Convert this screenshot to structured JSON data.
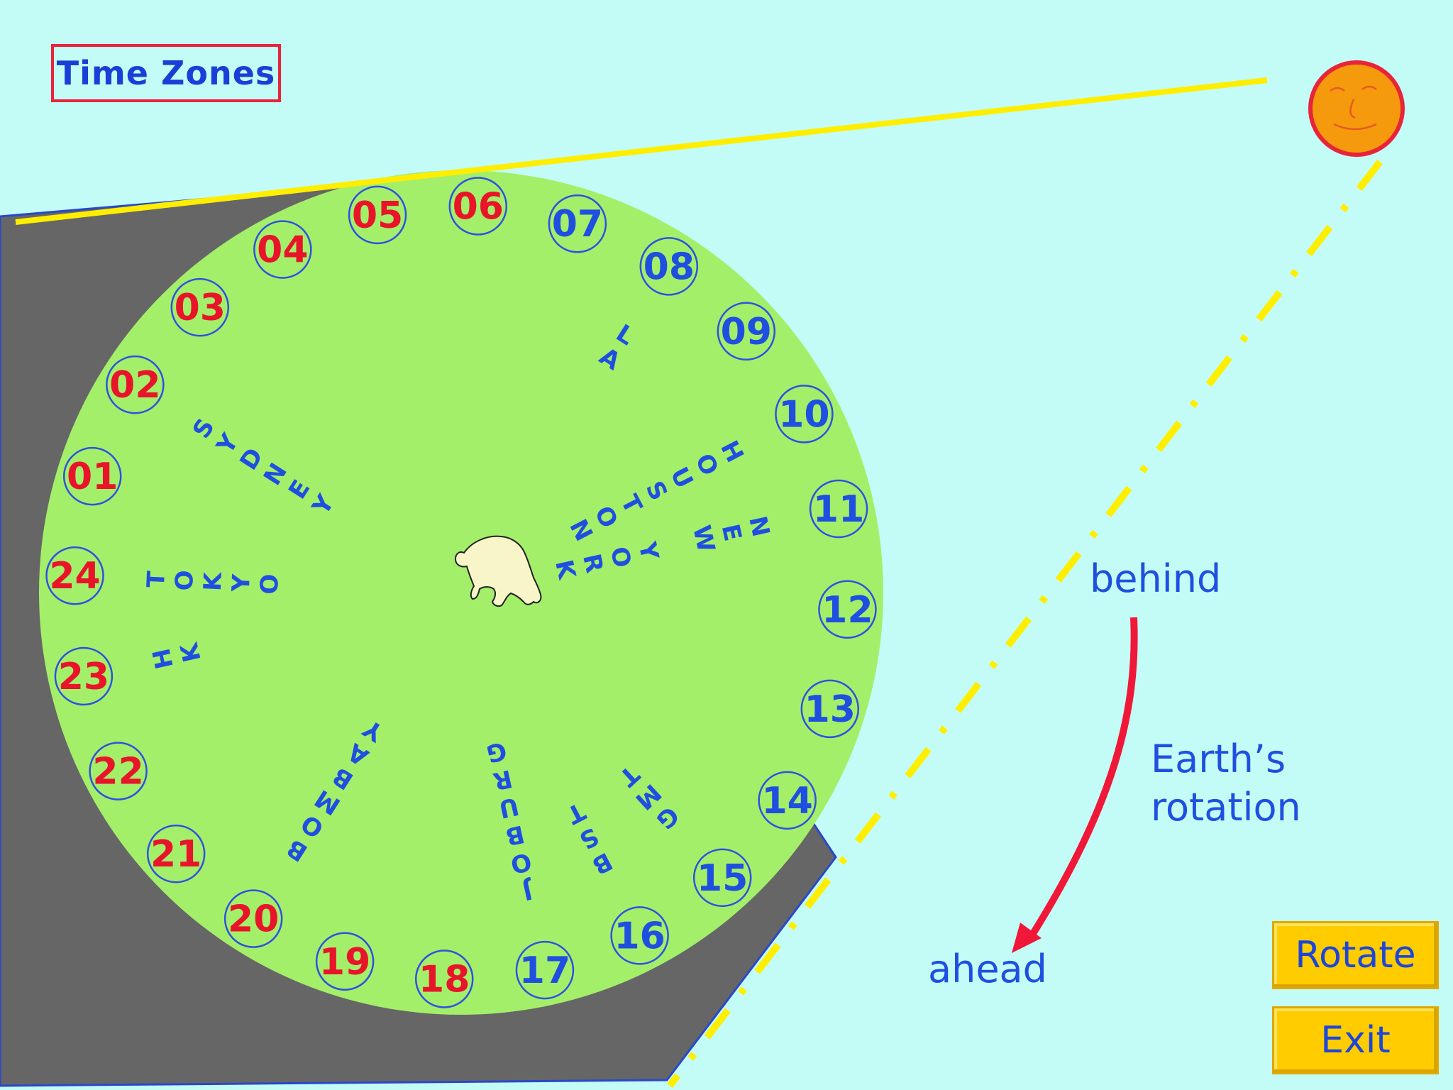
{
  "title": "Time Zones",
  "labels": {
    "behind": "behind",
    "rotation_line1": "Earth’s",
    "rotation_line2": "rotation",
    "ahead": "ahead"
  },
  "buttons": {
    "rotate": "Rotate",
    "exit": "Exit"
  },
  "colors": {
    "background": "#c3fcf7",
    "earth": "#a4ef6a",
    "night_shadow": "#666666",
    "sunlight_ray": "#ffee00",
    "sun": "#f59a0d",
    "sun_outline": "#e8243a",
    "day_zone_text": "#1f4fe0",
    "night_zone_text": "#e8142a",
    "zone_ring": "#3050e0",
    "rotation_arrow": "#f01838",
    "button": "#ffcc00"
  },
  "icons": {
    "sun": "sun-face-icon",
    "earth_center": "polar-bear-icon",
    "rotation_arrow": "curved-arrow-icon"
  },
  "time_zones": [
    {
      "label": "01",
      "side": "night"
    },
    {
      "label": "02",
      "side": "night"
    },
    {
      "label": "03",
      "side": "night"
    },
    {
      "label": "04",
      "side": "night"
    },
    {
      "label": "05",
      "side": "night"
    },
    {
      "label": "06",
      "side": "night"
    },
    {
      "label": "07",
      "side": "day"
    },
    {
      "label": "08",
      "side": "day"
    },
    {
      "label": "09",
      "side": "day"
    },
    {
      "label": "10",
      "side": "day"
    },
    {
      "label": "11",
      "side": "day"
    },
    {
      "label": "12",
      "side": "day"
    },
    {
      "label": "13",
      "side": "day"
    },
    {
      "label": "14",
      "side": "day"
    },
    {
      "label": "15",
      "side": "day"
    },
    {
      "label": "16",
      "side": "day"
    },
    {
      "label": "17",
      "side": "day"
    },
    {
      "label": "18",
      "side": "night"
    },
    {
      "label": "19",
      "side": "night"
    },
    {
      "label": "20",
      "side": "night"
    },
    {
      "label": "21",
      "side": "night"
    },
    {
      "label": "22",
      "side": "night"
    },
    {
      "label": "23",
      "side": "night"
    },
    {
      "label": "24",
      "side": "night"
    }
  ],
  "cities": [
    {
      "name": "LA",
      "zone": "08"
    },
    {
      "name": "HOUSTON",
      "zone": "10"
    },
    {
      "name": "NEW YORK",
      "zone": "11"
    },
    {
      "name": "GMT",
      "zone": "15"
    },
    {
      "name": "BST",
      "zone": "16"
    },
    {
      "name": "JOBURG",
      "zone": "17"
    },
    {
      "name": "BOMBAY",
      "zone": "20"
    },
    {
      "name": "HK",
      "zone": "23"
    },
    {
      "name": "TOKYO",
      "zone": "24"
    },
    {
      "name": "SYDNEY",
      "zone": "02"
    }
  ]
}
